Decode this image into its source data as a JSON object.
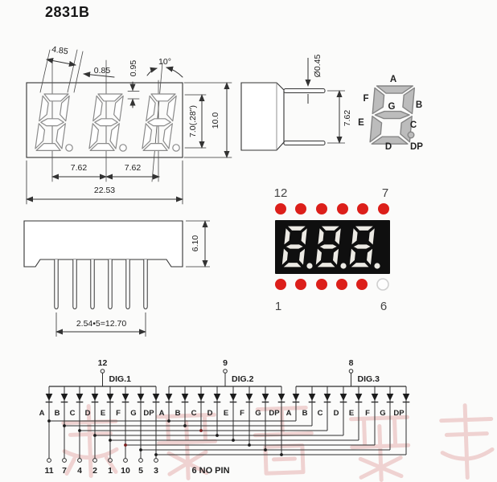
{
  "title": "2831B",
  "front_view": {
    "dim_digit_width": "4.85",
    "dim_seg_gap": "0.85",
    "dim_small_v": "0.95",
    "dim_tilt": "10°",
    "dim_digit_height": "7.0(.28\")",
    "dim_body_height": "10.0",
    "dim_pitch_1": "7.62",
    "dim_pitch_2": "7.62",
    "dim_body_width": "22.53"
  },
  "side_view": {
    "dim_pin_dia": "Ø0.45",
    "dim_pin_pitch": "7.62"
  },
  "segment_diagram": {
    "labels": [
      "A",
      "F",
      "B",
      "G",
      "E",
      "C",
      "D",
      "DP"
    ]
  },
  "product_photo": {
    "digits": "8.8.8.",
    "pin_top_left": "12",
    "pin_top_right": "7",
    "pin_bottom_left": "1",
    "pin_bottom_right": "6"
  },
  "bottom_view": {
    "dim_body_thickness": "6.10",
    "dim_pin_row": "2.54•5=12.70"
  },
  "schematic": {
    "segments": [
      "A",
      "B",
      "C",
      "D",
      "E",
      "F",
      "G",
      "DP"
    ],
    "digit_groups": [
      {
        "pin": "12",
        "label": "DIG.1"
      },
      {
        "pin": "9",
        "label": "DIG.2"
      },
      {
        "pin": "8",
        "label": "DIG.3"
      }
    ],
    "bottom_pins": [
      "11",
      "7",
      "4",
      "2",
      "1",
      "10",
      "5",
      "3"
    ],
    "note": "6 NO PIN"
  },
  "colors": {
    "line": "#333333",
    "thin_line": "#4a4a4a",
    "seg_white": "#eceae4",
    "dot_red": "#dc1f1a",
    "display_bg": "#0f0f0f",
    "seg_gray_fill": "#bcbcbc",
    "seg_gray_stroke": "#858585",
    "photo_label_gray": "#454545",
    "watermark_red": "#c23232"
  }
}
